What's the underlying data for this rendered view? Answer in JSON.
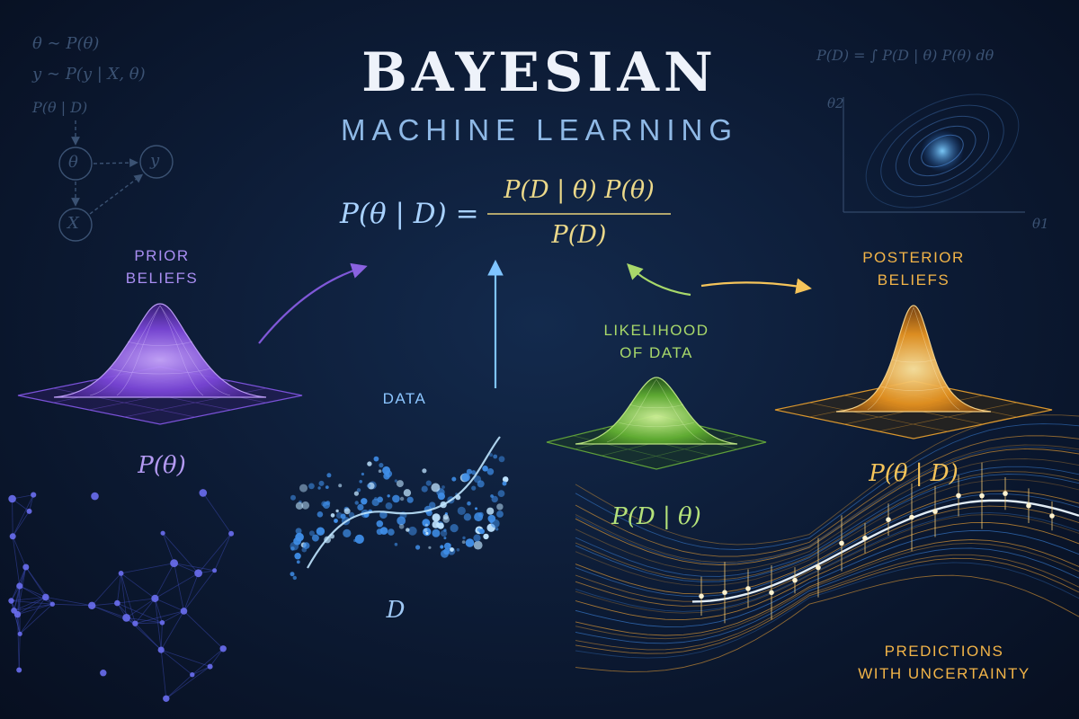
{
  "header": {
    "title": "BAYESIAN",
    "subtitle": "MACHINE LEARNING"
  },
  "formula": {
    "lhs": "P(θ | D) =",
    "numerator": "P(D | θ) P(θ)",
    "denominator": "P(D)"
  },
  "prior": {
    "label_line1": "PRIOR",
    "label_line2": "BELIEFS",
    "symbol": "P(θ)"
  },
  "data": {
    "label": "DATA",
    "symbol": "D"
  },
  "likelihood": {
    "label_line1": "LIKELIHOOD",
    "label_line2": "OF DATA",
    "symbol": "P(D | θ)"
  },
  "posterior": {
    "label_line1": "POSTERIOR",
    "label_line2": "BELIEFS",
    "symbol": "P(θ | D)"
  },
  "predictions": {
    "label_line1": "PREDICTIONS",
    "label_line2": "WITH UNCERTAINTY"
  },
  "graphical_model": {
    "eq1": "θ ∼ P(θ)",
    "eq2": "y ∼ P(y | X, θ)",
    "eq3": "P(θ | D)",
    "node_theta": "θ",
    "node_y": "y",
    "node_x": "X"
  },
  "evidence": {
    "equation": "P(D) = ∫ P(D | θ) P(θ) dθ",
    "axis_y": "θ2",
    "axis_x": "θ1"
  },
  "colors": {
    "prior": "#9b6cf0",
    "data": "#4aa3ff",
    "likelihood": "#8ed64a",
    "posterior": "#f2a838",
    "text_light": "#eef2fa",
    "subtitle": "#8fb9e6"
  }
}
